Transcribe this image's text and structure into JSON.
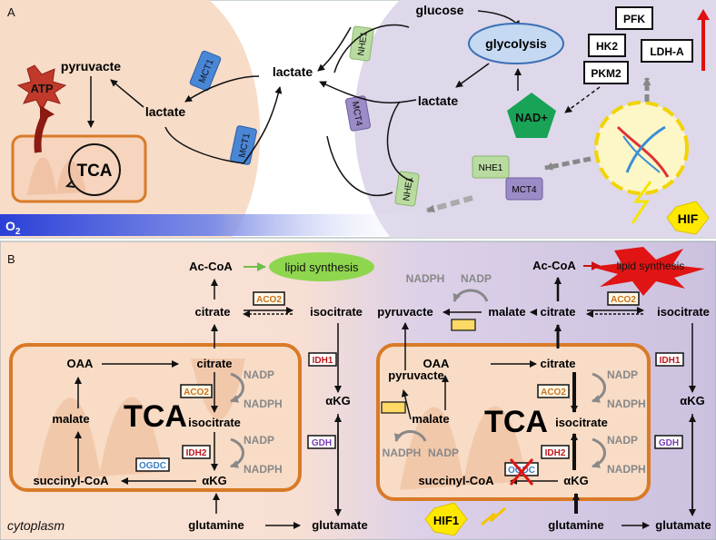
{
  "panel_a": {
    "label": "A",
    "left": {
      "pyruvate": "pyruvacte",
      "lactate": "lactate",
      "atp": "ATP",
      "tca": "TCA"
    },
    "mct1": "MCT1",
    "lactate_center": "lactate",
    "nhe1": "NHE1",
    "mct4": "MCT4",
    "right": {
      "glucose": "glucose",
      "glycolysis": "glycolysis",
      "lactate": "lactate",
      "nad": "NAD+"
    },
    "enzymes": {
      "pfk": "PFK",
      "hk2": "HK2",
      "ldha": "LDH-A",
      "pkm2": "PKM2"
    },
    "hif": "HIF",
    "o2": "O",
    "o2_sub": "2"
  },
  "panel_b": {
    "label": "B",
    "cytoplasm": "cytoplasm",
    "left": {
      "accoa": "Ac-CoA",
      "lipid": "lipid synthesis",
      "citrate_top": "citrate",
      "isocitrate_out": "isocitrate",
      "aco2": "ACO2",
      "idh1": "IDH1",
      "gdh": "GDH",
      "akg_out": "αKG",
      "glutamate": "glutamate",
      "glutamine": "glutamine",
      "tca": "TCA",
      "oaa": "OAA",
      "citrate": "citrate",
      "malate": "malate",
      "isocitrate": "isocitrate",
      "succinyl": "succinyl-CoA",
      "akg": "αKG",
      "ogdc": "OGDC",
      "idh2": "IDH2",
      "nadp1": "NADP",
      "nadph1": "NADPH",
      "nadp2": "NADP",
      "nadph2": "NADPH"
    },
    "right": {
      "accoa": "Ac-CoA",
      "lipid": "lipid synthesis",
      "nadph_top": "NADPH",
      "nadp_top": "NADP",
      "pyruvate_top": "pyruvacte",
      "malate_top": "malate",
      "citrate_top": "citrate",
      "isocitrate_out": "isocitrate",
      "aco2": "ACO2",
      "idh1": "IDH1",
      "gdh": "GDH",
      "akg_out": "αKG",
      "glutamate": "glutamate",
      "glutamine": "glutamine",
      "tca": "TCA",
      "oaa": "OAA",
      "pyruvate": "pyruvacte",
      "citrate": "citrate",
      "malate": "malate",
      "isocitrate": "isocitrate",
      "succinyl": "succinyl-CoA",
      "akg": "αKG",
      "ogdc": "OGDC",
      "idh2": "IDH2",
      "hif1": "HIF1",
      "nadp1": "NADP",
      "nadph1": "NADPH",
      "nadp2": "NADP",
      "nadph2": "NADPH",
      "nadph_in": "NADPH",
      "nadp_in": "NADP"
    }
  }
}
